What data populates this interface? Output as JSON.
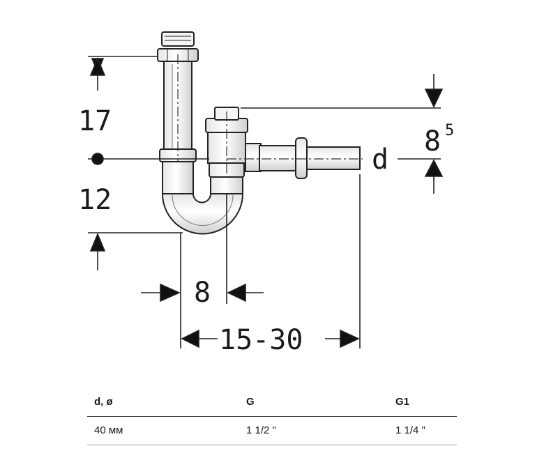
{
  "dimensions": {
    "upper_height": "17",
    "lower_height": "12",
    "outlet_height": "8",
    "outlet_height_superscript": "5",
    "pipe_diameter_symbol": "d",
    "inner_offset": "8",
    "outlet_length": "15-30"
  },
  "spec_table": {
    "headers": [
      "d, ø",
      "G",
      "G1"
    ],
    "rows": [
      [
        "40 мм",
        "1 1/2 \"",
        "1 1/4 \""
      ]
    ]
  }
}
